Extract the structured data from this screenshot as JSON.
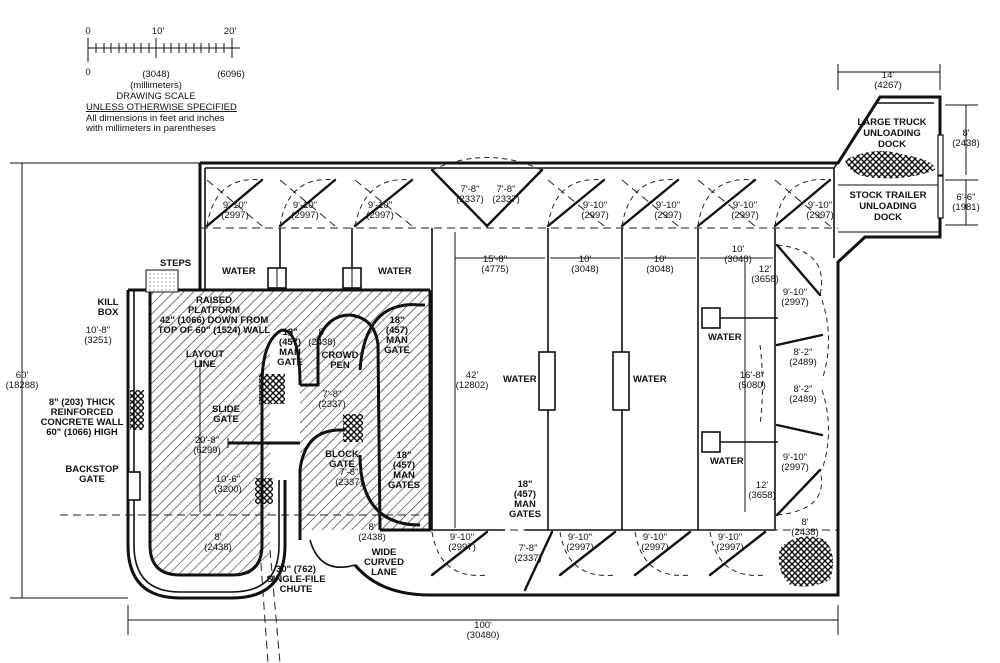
{
  "scale": {
    "tick_0": "0",
    "tick_10": "10'",
    "tick_20": "20'",
    "mm_0": "0",
    "mm_mid": "(3048)",
    "mm_end": "(6096)",
    "units": "(millimeters)",
    "title": "DRAWING SCALE",
    "unless": "UNLESS OTHERWISE SPECIFIED",
    "note_line1": "All dimensions in feet and inches",
    "note_line2": "with millimeters in parentheses"
  },
  "labels": {
    "large_truck_1": "LARGE TRUCK",
    "large_truck_2": "UNLOADING",
    "large_truck_3": "DOCK",
    "stock_trailer_1": "STOCK TRAILER",
    "stock_trailer_2": "UNLOADING",
    "stock_trailer_3": "DOCK",
    "steps": "STEPS",
    "kill_box_1": "KILL",
    "kill_box_2": "BOX",
    "raised_1": "RAISED",
    "raised_2": "PLATFORM",
    "raised_3": "42\" (1066) DOWN FROM",
    "raised_4": "TOP OF 60\" (1524) WALL",
    "layout_1": "LAYOUT",
    "layout_2": "LINE",
    "wall_1": "8\" (203) THICK",
    "wall_2": "REINFORCED",
    "wall_3": "CONCRETE WALL",
    "wall_4": "60\" (1066) HIGH",
    "slide_1": "SLIDE",
    "slide_2": "GATE",
    "backstop_1": "BACKSTOP",
    "backstop_2": "GATE",
    "crowd_1": "CROWD",
    "crowd_2": "PEN",
    "block_1": "BLOCK",
    "block_2": "GATE",
    "man_gate_1": "MAN",
    "man_gate_2": "GATE",
    "man_gates_2": "GATES",
    "wide_1": "WIDE",
    "wide_2": "CURVED",
    "wide_3": "LANE",
    "chute_1": "30\" (762)",
    "chute_2": "SINGLE-FILE",
    "chute_3": "CHUTE",
    "water": "WATER"
  },
  "dimensions": {
    "w14": "14'",
    "w14mm": "(4267)",
    "d8": "8'",
    "d8mm": "(2438)",
    "d66": "6'-6\"",
    "d66mm": "(1981)",
    "d910": "9'-10\"",
    "d910mm": "(2997)",
    "d78": "7'-8\"",
    "d78mm": "(2337)",
    "d158": "15'-8\"",
    "d158mm": "(4775)",
    "d10": "10'",
    "d10mm": "(3048)",
    "d12": "12'",
    "d12mm": "(3658)",
    "d168": "16'-8\"",
    "d168mm": "(5080)",
    "d82": "8'-2\"",
    "d82mm": "(2489)",
    "d42": "42'",
    "d42mm": "(12802)",
    "d60": "60'",
    "d60mm": "(18288)",
    "d108": "10'-8\"",
    "d108mm": "(3251)",
    "d208": "20'-8\"",
    "d208mm": "(6299)",
    "d106": "10'-6\"",
    "d106mm": "(3200)",
    "d18": "18\"",
    "d18mm": "(457)",
    "d100": "100'",
    "d100mm": "(30480)"
  }
}
